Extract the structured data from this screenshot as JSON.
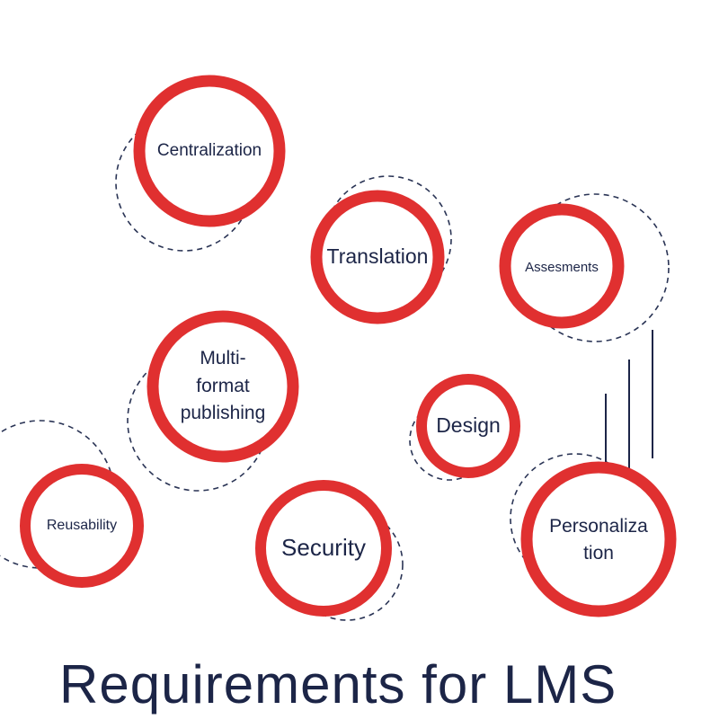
{
  "title": "Requirements for LMS",
  "nodes": [
    {
      "id": "centralization",
      "label": "Centralization"
    },
    {
      "id": "translation",
      "label": "Translation"
    },
    {
      "id": "assesments",
      "label": "Assesments"
    },
    {
      "id": "multi-format-publishing",
      "label": "Multi-\nformat\npublishing"
    },
    {
      "id": "design",
      "label": "Design"
    },
    {
      "id": "reusability",
      "label": "Reusability"
    },
    {
      "id": "security",
      "label": "Security"
    },
    {
      "id": "personalization",
      "label": "Personaliza\ntion"
    }
  ],
  "colors": {
    "ring": "#e03030",
    "text": "#1c2547",
    "dashed": "#2a3455",
    "background": "#ffffff"
  }
}
